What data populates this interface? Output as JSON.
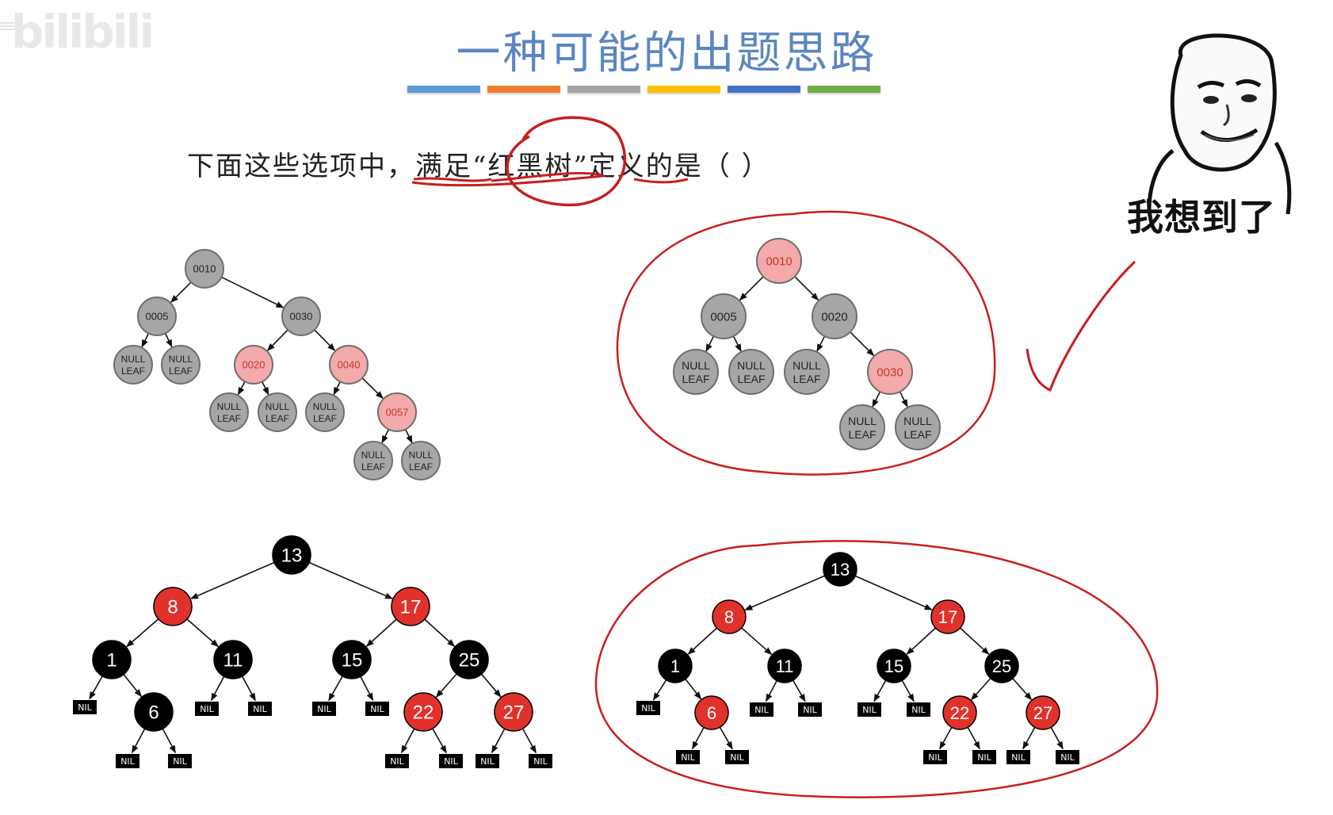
{
  "watermark": {
    "text": "bilibili"
  },
  "slide": {
    "title": "一种可能的出题思路",
    "title_color": "#5b86c0",
    "color_bars": [
      "#5b9bd5",
      "#ed7d31",
      "#a5a5a5",
      "#ffc000",
      "#4472c4",
      "#70ad47"
    ],
    "question": "下面这些选项中，满足“红黑树”定义的是（    ）"
  },
  "meme": {
    "caption": "我想到了"
  },
  "colors": {
    "gray_node": "#a6a6a6",
    "pink_node": "#f4a9ab",
    "pink_text": "#c0392b",
    "black_node": "#000000",
    "red_node": "#e0322b",
    "annotation_red": "#c81e1e"
  },
  "trees": {
    "option_a": {
      "nodes": [
        {
          "id": "a0010",
          "label": "0010",
          "color": "gray"
        },
        {
          "id": "a0005",
          "label": "0005",
          "color": "gray"
        },
        {
          "id": "a0030",
          "label": "0030",
          "color": "gray"
        },
        {
          "id": "a_n1",
          "label": "NULL\nLEAF",
          "color": "gray"
        },
        {
          "id": "a_n2",
          "label": "NULL\nLEAF",
          "color": "gray"
        },
        {
          "id": "a0020",
          "label": "0020",
          "color": "pink"
        },
        {
          "id": "a0040",
          "label": "0040",
          "color": "pink"
        },
        {
          "id": "a_n3",
          "label": "NULL\nLEAF",
          "color": "gray"
        },
        {
          "id": "a_n4",
          "label": "NULL\nLEAF",
          "color": "gray"
        },
        {
          "id": "a_n5",
          "label": "NULL\nLEAF",
          "color": "gray"
        },
        {
          "id": "a0057",
          "label": "0057",
          "color": "pink"
        },
        {
          "id": "a_n6",
          "label": "NULL\nLEAF",
          "color": "gray"
        },
        {
          "id": "a_n7",
          "label": "NULL\nLEAF",
          "color": "gray"
        }
      ],
      "edges": [
        [
          "a0010",
          "a0005"
        ],
        [
          "a0010",
          "a0030"
        ],
        [
          "a0005",
          "a_n1"
        ],
        [
          "a0005",
          "a_n2"
        ],
        [
          "a0030",
          "a0020"
        ],
        [
          "a0030",
          "a0040"
        ],
        [
          "a0020",
          "a_n3"
        ],
        [
          "a0020",
          "a_n4"
        ],
        [
          "a0040",
          "a_n5"
        ],
        [
          "a0040",
          "a0057"
        ],
        [
          "a0057",
          "a_n6"
        ],
        [
          "a0057",
          "a_n7"
        ]
      ]
    },
    "option_b": {
      "nodes": [
        {
          "id": "b0010",
          "label": "0010",
          "color": "pink"
        },
        {
          "id": "b0005",
          "label": "0005",
          "color": "gray"
        },
        {
          "id": "b0020",
          "label": "0020",
          "color": "gray"
        },
        {
          "id": "b_n1",
          "label": "NULL\nLEAF",
          "color": "gray"
        },
        {
          "id": "b_n2",
          "label": "NULL\nLEAF",
          "color": "gray"
        },
        {
          "id": "b_n3",
          "label": "NULL\nLEAF",
          "color": "gray"
        },
        {
          "id": "b0030",
          "label": "0030",
          "color": "pink"
        },
        {
          "id": "b_n4",
          "label": "NULL\nLEAF",
          "color": "gray"
        },
        {
          "id": "b_n5",
          "label": "NULL\nLEAF",
          "color": "gray"
        }
      ],
      "edges": [
        [
          "b0010",
          "b0005"
        ],
        [
          "b0010",
          "b0020"
        ],
        [
          "b0005",
          "b_n1"
        ],
        [
          "b0005",
          "b_n2"
        ],
        [
          "b0020",
          "b_n3"
        ],
        [
          "b0020",
          "b0030"
        ],
        [
          "b0030",
          "b_n4"
        ],
        [
          "b0030",
          "b_n5"
        ]
      ]
    },
    "option_c": {
      "nodes": [
        {
          "id": "c13",
          "label": "13",
          "color": "black"
        },
        {
          "id": "c8",
          "label": "8",
          "color": "red"
        },
        {
          "id": "c17",
          "label": "17",
          "color": "red"
        },
        {
          "id": "c1",
          "label": "1",
          "color": "black"
        },
        {
          "id": "c11",
          "label": "11",
          "color": "black"
        },
        {
          "id": "c15",
          "label": "15",
          "color": "black"
        },
        {
          "id": "c25",
          "label": "25",
          "color": "black"
        },
        {
          "id": "c_nil1",
          "label": "NIL",
          "color": "nil"
        },
        {
          "id": "c6",
          "label": "6",
          "color": "black"
        },
        {
          "id": "c_nil2",
          "label": "NIL",
          "color": "nil"
        },
        {
          "id": "c_nil3",
          "label": "NIL",
          "color": "nil"
        },
        {
          "id": "c_nil4",
          "label": "NIL",
          "color": "nil"
        },
        {
          "id": "c_nil5",
          "label": "NIL",
          "color": "nil"
        },
        {
          "id": "c22",
          "label": "22",
          "color": "red"
        },
        {
          "id": "c27",
          "label": "27",
          "color": "red"
        },
        {
          "id": "c_nil6",
          "label": "NIL",
          "color": "nil"
        },
        {
          "id": "c_nil7",
          "label": "NIL",
          "color": "nil"
        },
        {
          "id": "c_nil8",
          "label": "NIL",
          "color": "nil"
        },
        {
          "id": "c_nil9",
          "label": "NIL",
          "color": "nil"
        },
        {
          "id": "c_nil10",
          "label": "NIL",
          "color": "nil"
        },
        {
          "id": "c_nil11",
          "label": "NIL",
          "color": "nil"
        }
      ],
      "edges": [
        [
          "c13",
          "c8"
        ],
        [
          "c13",
          "c17"
        ],
        [
          "c8",
          "c1"
        ],
        [
          "c8",
          "c11"
        ],
        [
          "c17",
          "c15"
        ],
        [
          "c17",
          "c25"
        ],
        [
          "c1",
          "c_nil1"
        ],
        [
          "c1",
          "c6"
        ],
        [
          "c11",
          "c_nil2"
        ],
        [
          "c11",
          "c_nil3"
        ],
        [
          "c15",
          "c_nil4"
        ],
        [
          "c15",
          "c_nil5"
        ],
        [
          "c25",
          "c22"
        ],
        [
          "c25",
          "c27"
        ],
        [
          "c6",
          "c_nil6"
        ],
        [
          "c6",
          "c_nil7"
        ],
        [
          "c22",
          "c_nil8"
        ],
        [
          "c22",
          "c_nil9"
        ],
        [
          "c27",
          "c_nil10"
        ],
        [
          "c27",
          "c_nil11"
        ]
      ]
    },
    "option_d": {
      "nodes": [
        {
          "id": "d13",
          "label": "13",
          "color": "black"
        },
        {
          "id": "d8",
          "label": "8",
          "color": "red"
        },
        {
          "id": "d17",
          "label": "17",
          "color": "red"
        },
        {
          "id": "d1",
          "label": "1",
          "color": "black"
        },
        {
          "id": "d11",
          "label": "11",
          "color": "black"
        },
        {
          "id": "d15",
          "label": "15",
          "color": "black"
        },
        {
          "id": "d25",
          "label": "25",
          "color": "black"
        },
        {
          "id": "d_nil1",
          "label": "NIL",
          "color": "nil"
        },
        {
          "id": "d6",
          "label": "6",
          "color": "red"
        },
        {
          "id": "d_nil2",
          "label": "NIL",
          "color": "nil"
        },
        {
          "id": "d_nil3",
          "label": "NIL",
          "color": "nil"
        },
        {
          "id": "d_nil4",
          "label": "NIL",
          "color": "nil"
        },
        {
          "id": "d_nil5",
          "label": "NIL",
          "color": "nil"
        },
        {
          "id": "d22",
          "label": "22",
          "color": "red"
        },
        {
          "id": "d27",
          "label": "27",
          "color": "red"
        },
        {
          "id": "d_nil6",
          "label": "NIL",
          "color": "nil"
        },
        {
          "id": "d_nil7",
          "label": "NIL",
          "color": "nil"
        },
        {
          "id": "d_nil8",
          "label": "NIL",
          "color": "nil"
        },
        {
          "id": "d_nil9",
          "label": "NIL",
          "color": "nil"
        },
        {
          "id": "d_nil10",
          "label": "NIL",
          "color": "nil"
        },
        {
          "id": "d_nil11",
          "label": "NIL",
          "color": "nil"
        }
      ],
      "edges": [
        [
          "d13",
          "d8"
        ],
        [
          "d13",
          "d17"
        ],
        [
          "d8",
          "d1"
        ],
        [
          "d8",
          "d11"
        ],
        [
          "d17",
          "d15"
        ],
        [
          "d17",
          "d25"
        ],
        [
          "d1",
          "d_nil1"
        ],
        [
          "d1",
          "d6"
        ],
        [
          "d11",
          "d_nil2"
        ],
        [
          "d11",
          "d_nil3"
        ],
        [
          "d15",
          "d_nil4"
        ],
        [
          "d15",
          "d_nil5"
        ],
        [
          "d25",
          "d22"
        ],
        [
          "d25",
          "d27"
        ],
        [
          "d6",
          "d_nil6"
        ],
        [
          "d6",
          "d_nil7"
        ],
        [
          "d22",
          "d_nil8"
        ],
        [
          "d22",
          "d_nil9"
        ],
        [
          "d27",
          "d_nil10"
        ],
        [
          "d27",
          "d_nil11"
        ]
      ]
    }
  }
}
